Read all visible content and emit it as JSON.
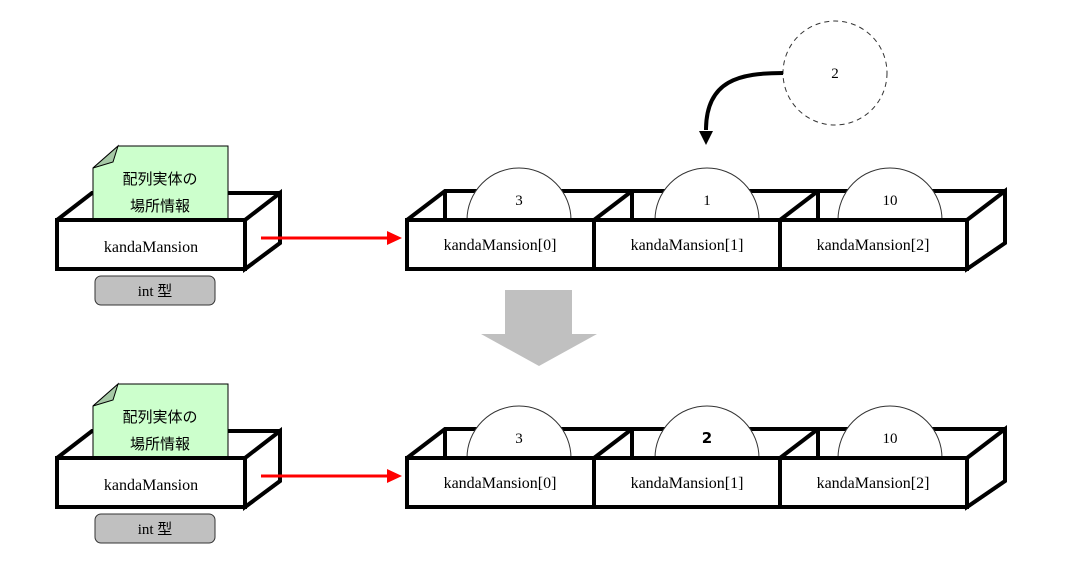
{
  "diagram": {
    "colors": {
      "box_stroke": "#000000",
      "note_fill": "#ccffcc",
      "note_fold": "#a6c9a6",
      "type_badge_fill": "#c0c0c0",
      "pointer_arrow": "#ff0000",
      "transition_arrow": "#c0c0c0",
      "value_circle_stroke": "#333333"
    },
    "before": {
      "variable": {
        "name": "kandaMansion",
        "note_line1": "配列実体の",
        "note_line2": "場所情報",
        "type_label": "int 型"
      },
      "elements": [
        {
          "label": "kandaMansion[0]",
          "value": "3"
        },
        {
          "label": "kandaMansion[1]",
          "value": "1"
        },
        {
          "label": "kandaMansion[2]",
          "value": "10"
        }
      ],
      "incoming_value": {
        "value": "2",
        "target_index": 1,
        "style": "dashed"
      }
    },
    "after": {
      "variable": {
        "name": "kandaMansion",
        "note_line1": "配列実体の",
        "note_line2": "場所情報",
        "type_label": "int 型"
      },
      "elements": [
        {
          "label": "kandaMansion[0]",
          "value": "3"
        },
        {
          "label": "kandaMansion[1]",
          "value": "2",
          "highlight": true
        },
        {
          "label": "kandaMansion[2]",
          "value": "10"
        }
      ]
    }
  }
}
